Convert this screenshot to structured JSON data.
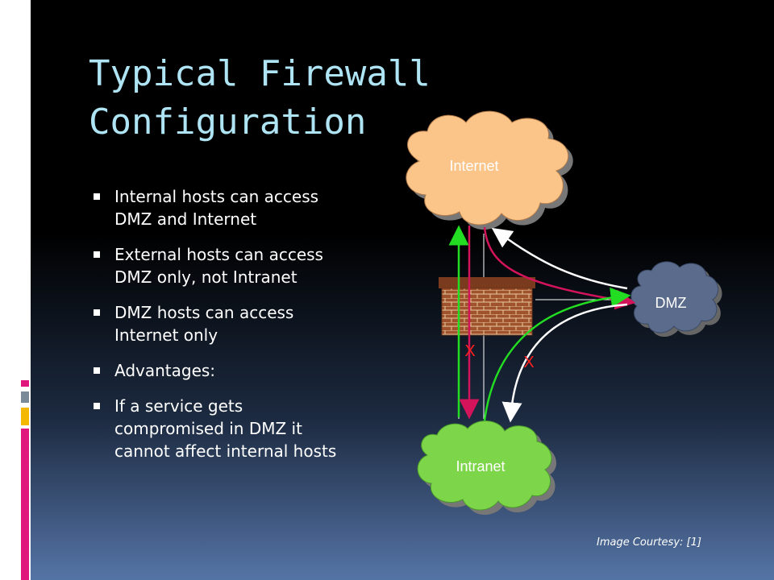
{
  "slide": {
    "title_lines": [
      "Typical Firewall",
      "Configuration"
    ],
    "bullets": [
      [
        "Internal hosts can access",
        "DMZ and Internet"
      ],
      [
        "External hosts can access",
        "DMZ only, not Intranet"
      ],
      [
        "DMZ hosts can access",
        "Internet only"
      ],
      [
        "Advantages:"
      ],
      [
        "If a service gets",
        "compromised in DMZ it",
        "cannot affect internal hosts"
      ]
    ],
    "caption": "Image Courtesy: [1]"
  },
  "diagram": {
    "nodes": {
      "internet": "Internet",
      "dmz": "DMZ",
      "intranet": "Intranet"
    },
    "blocked_marks": [
      "X",
      "X"
    ]
  },
  "colors": {
    "title": "#aee4f3",
    "internet_cloud": "#fbc489",
    "dmz_cloud": "#5a6b8c",
    "intranet_cloud": "#7dd54a",
    "firewall_brick": "#a0522d",
    "arrow_green": "#22dd22",
    "arrow_magenta": "#d4145a",
    "arrow_white": "#ffffff",
    "blocked_mark": "#ff2020",
    "accent_magenta": "#e0187e",
    "accent_yellow": "#f5b800",
    "accent_gray": "#7a8a99"
  }
}
